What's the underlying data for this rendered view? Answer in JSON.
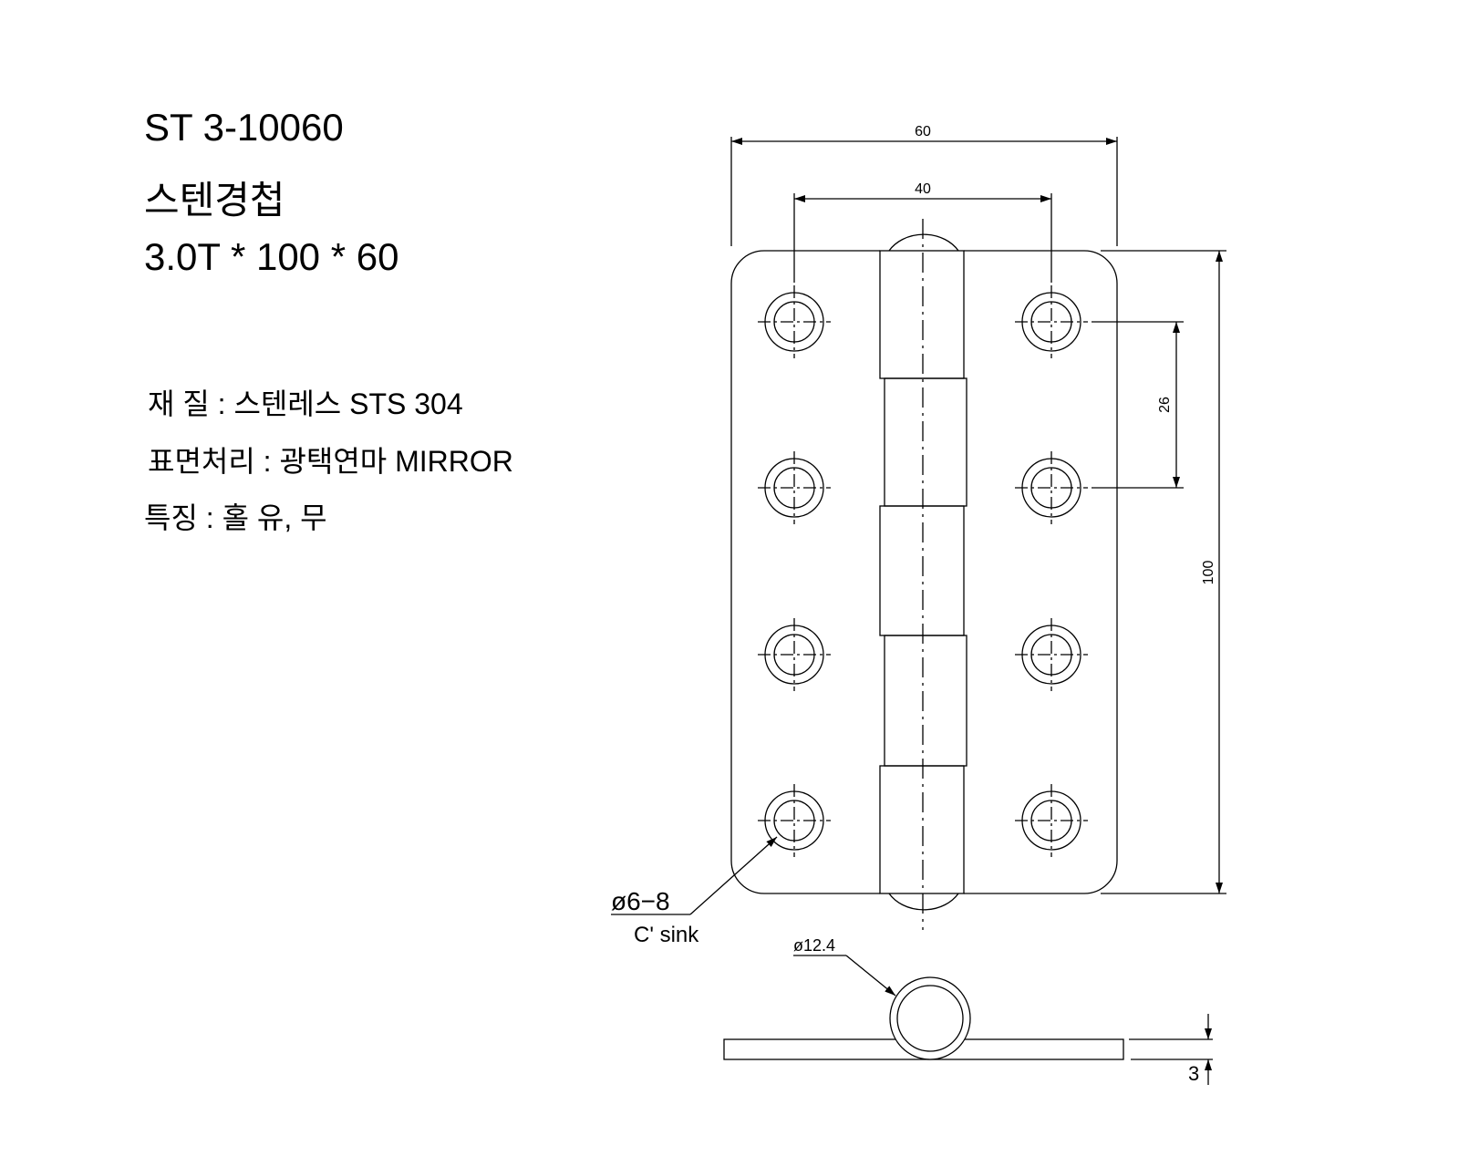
{
  "header": {
    "model": "ST 3-10060",
    "name": "스텐경첩",
    "size": "3.0T * 100 * 60"
  },
  "specs": [
    {
      "label": "재 질",
      "value": "스텐레스 STS 304"
    },
    {
      "label": "표면처리",
      "value": "광택연마 MIRROR"
    },
    {
      "label": "특징",
      "value": "홀 유, 무"
    }
  ],
  "spec_separator": ":",
  "drawing": {
    "dim_width": "60",
    "dim_hole_spacing_x": "40",
    "dim_height": "100",
    "dim_hole_spacing_y": "26",
    "hole_note": "ø6−8",
    "hole_note2": "C' sink",
    "knuckle_diameter": "ø12.4",
    "thickness": "3"
  }
}
